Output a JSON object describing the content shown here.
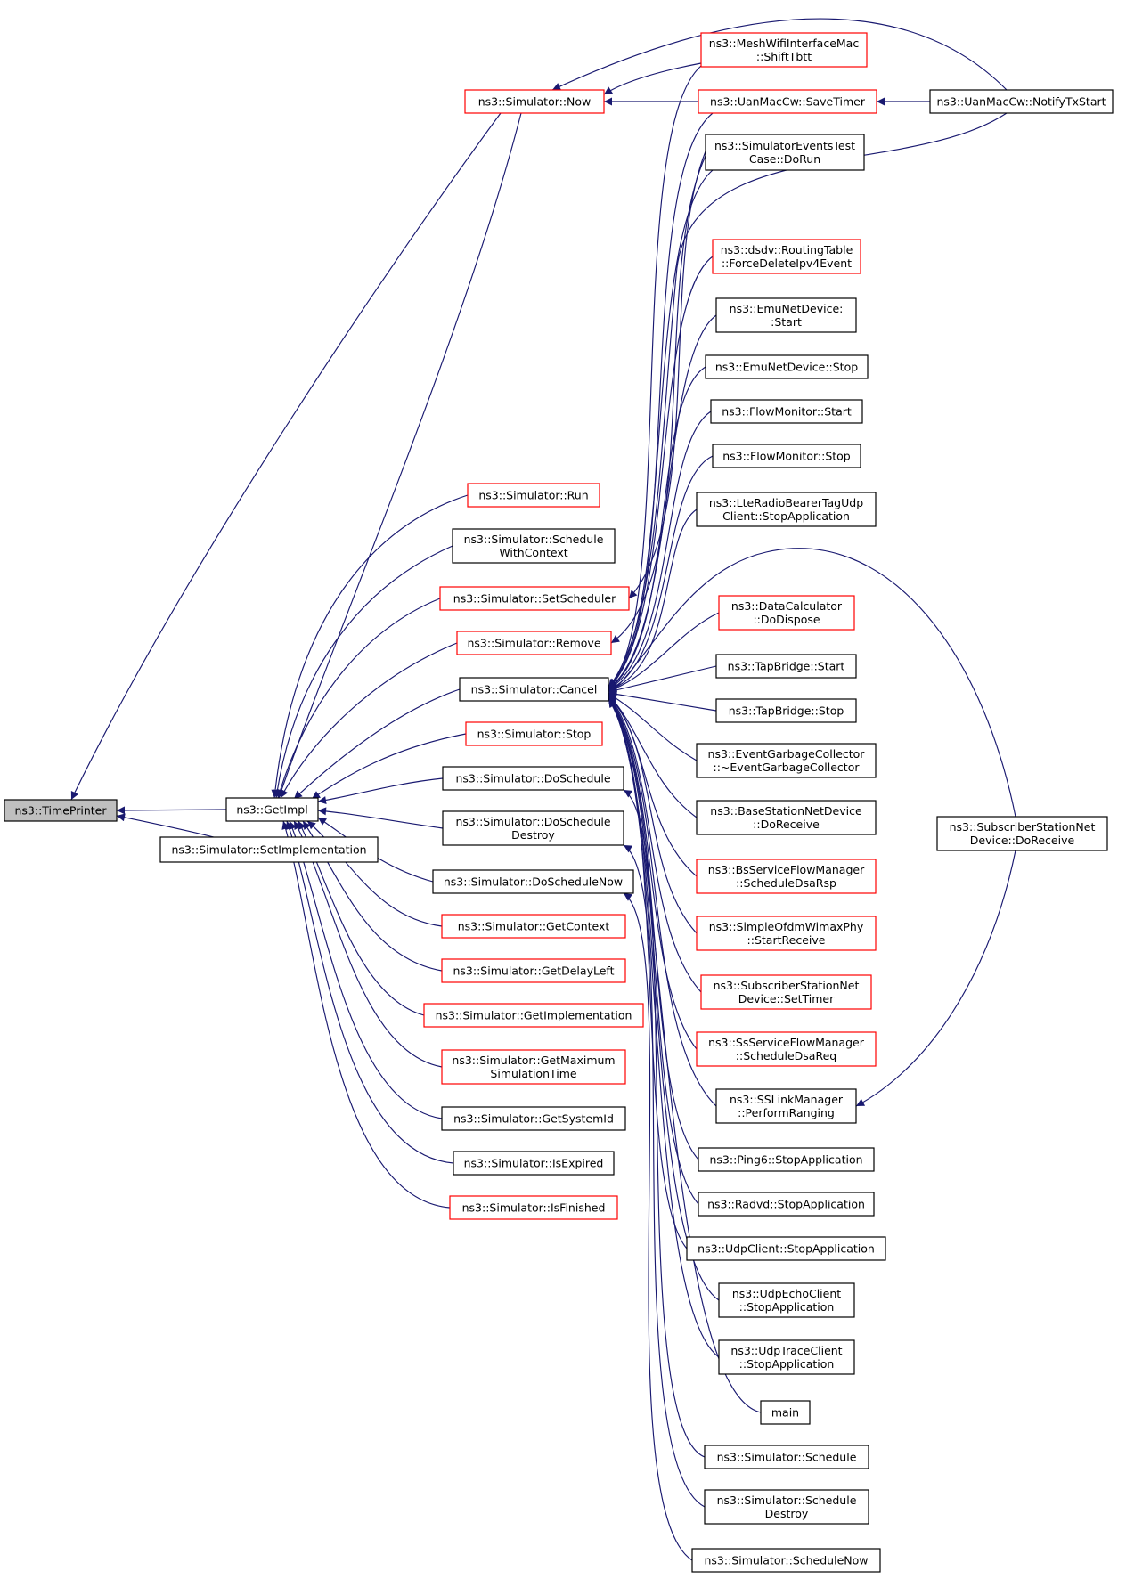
{
  "colors": {
    "edge": "#191970",
    "border_normal": "#000000",
    "border_truncated": "#ff0000",
    "root_fill": "#bfbfbf",
    "node_fill": "#ffffff"
  },
  "nodes": [
    {
      "id": "timeprinter",
      "lines": [
        "ns3::TimePrinter"
      ],
      "style": "root"
    },
    {
      "id": "getimpl",
      "lines": [
        "ns3::GetImpl"
      ],
      "style": "normal"
    },
    {
      "id": "setimpl",
      "lines": [
        "ns3::Simulator::SetImplementation"
      ],
      "style": "normal"
    },
    {
      "id": "now",
      "lines": [
        "ns3::Simulator::Now"
      ],
      "style": "truncated"
    },
    {
      "id": "run",
      "lines": [
        "ns3::Simulator::Run"
      ],
      "style": "truncated"
    },
    {
      "id": "schedwc",
      "lines": [
        "ns3::Simulator::Schedule",
        "WithContext"
      ],
      "style": "normal"
    },
    {
      "id": "setsched",
      "lines": [
        "ns3::Simulator::SetScheduler"
      ],
      "style": "truncated"
    },
    {
      "id": "remove",
      "lines": [
        "ns3::Simulator::Remove"
      ],
      "style": "truncated"
    },
    {
      "id": "cancel",
      "lines": [
        "ns3::Simulator::Cancel"
      ],
      "style": "normal"
    },
    {
      "id": "stop",
      "lines": [
        "ns3::Simulator::Stop"
      ],
      "style": "truncated"
    },
    {
      "id": "dosched",
      "lines": [
        "ns3::Simulator::DoSchedule"
      ],
      "style": "normal"
    },
    {
      "id": "doschedd",
      "lines": [
        "ns3::Simulator::DoSchedule",
        "Destroy"
      ],
      "style": "normal"
    },
    {
      "id": "doschednow",
      "lines": [
        "ns3::Simulator::DoScheduleNow"
      ],
      "style": "normal"
    },
    {
      "id": "getctx",
      "lines": [
        "ns3::Simulator::GetContext"
      ],
      "style": "truncated"
    },
    {
      "id": "getdelay",
      "lines": [
        "ns3::Simulator::GetDelayLeft"
      ],
      "style": "truncated"
    },
    {
      "id": "getimplementation",
      "lines": [
        "ns3::Simulator::GetImplementation"
      ],
      "style": "truncated"
    },
    {
      "id": "getmax",
      "lines": [
        "ns3::Simulator::GetMaximum",
        "SimulationTime"
      ],
      "style": "truncated"
    },
    {
      "id": "getsysid",
      "lines": [
        "ns3::Simulator::GetSystemId"
      ],
      "style": "normal"
    },
    {
      "id": "isexpired",
      "lines": [
        "ns3::Simulator::IsExpired"
      ],
      "style": "normal"
    },
    {
      "id": "isfinished",
      "lines": [
        "ns3::Simulator::IsFinished"
      ],
      "style": "truncated"
    },
    {
      "id": "meshshift",
      "lines": [
        "ns3::MeshWifiInterfaceMac",
        "::ShiftTbtt"
      ],
      "style": "truncated"
    },
    {
      "id": "uansave",
      "lines": [
        "ns3::UanMacCw::SaveTimer"
      ],
      "style": "truncated"
    },
    {
      "id": "uannotify",
      "lines": [
        "ns3::UanMacCw::NotifyTxStart"
      ],
      "style": "normal"
    },
    {
      "id": "simevtest",
      "lines": [
        "ns3::SimulatorEventsTest",
        "Case::DoRun"
      ],
      "style": "normal"
    },
    {
      "id": "dsdv",
      "lines": [
        "ns3::dsdv::RoutingTable",
        "::ForceDeleteIpv4Event"
      ],
      "style": "truncated"
    },
    {
      "id": "emustart",
      "lines": [
        "ns3::EmuNetDevice:",
        ":Start"
      ],
      "style": "normal"
    },
    {
      "id": "emustop",
      "lines": [
        "ns3::EmuNetDevice::Stop"
      ],
      "style": "normal"
    },
    {
      "id": "fmstart",
      "lines": [
        "ns3::FlowMonitor::Start"
      ],
      "style": "normal"
    },
    {
      "id": "fmstop",
      "lines": [
        "ns3::FlowMonitor::Stop"
      ],
      "style": "normal"
    },
    {
      "id": "lteradio",
      "lines": [
        "ns3::LteRadioBearerTagUdp",
        "Client::StopApplication"
      ],
      "style": "normal"
    },
    {
      "id": "datacalc",
      "lines": [
        "ns3::DataCalculator",
        "::DoDispose"
      ],
      "style": "truncated"
    },
    {
      "id": "tapstart",
      "lines": [
        "ns3::TapBridge::Start"
      ],
      "style": "normal"
    },
    {
      "id": "tapstop",
      "lines": [
        "ns3::TapBridge::Stop"
      ],
      "style": "normal"
    },
    {
      "id": "evgc",
      "lines": [
        "ns3::EventGarbageCollector",
        "::~EventGarbageCollector"
      ],
      "style": "normal"
    },
    {
      "id": "bsrecv",
      "lines": [
        "ns3::BaseStationNetDevice",
        "::DoReceive"
      ],
      "style": "normal"
    },
    {
      "id": "bsflow",
      "lines": [
        "ns3::BsServiceFlowManager",
        "::ScheduleDsaRsp"
      ],
      "style": "truncated"
    },
    {
      "id": "ofdm",
      "lines": [
        "ns3::SimpleOfdmWimaxPhy",
        "::StartReceive"
      ],
      "style": "truncated"
    },
    {
      "id": "sstimer",
      "lines": [
        "ns3::SubscriberStationNet",
        "Device::SetTimer"
      ],
      "style": "truncated"
    },
    {
      "id": "ssflow",
      "lines": [
        "ns3::SsServiceFlowManager",
        "::ScheduleDsaReq"
      ],
      "style": "truncated"
    },
    {
      "id": "sslink",
      "lines": [
        "ns3::SSLinkManager",
        "::PerformRanging"
      ],
      "style": "normal"
    },
    {
      "id": "ssrecv",
      "lines": [
        "ns3::SubscriberStationNet",
        "Device::DoReceive"
      ],
      "style": "normal"
    },
    {
      "id": "ping6",
      "lines": [
        "ns3::Ping6::StopApplication"
      ],
      "style": "normal"
    },
    {
      "id": "radvd",
      "lines": [
        "ns3::Radvd::StopApplication"
      ],
      "style": "normal"
    },
    {
      "id": "udpclient",
      "lines": [
        "ns3::UdpClient::StopApplication"
      ],
      "style": "normal"
    },
    {
      "id": "udpecho",
      "lines": [
        "ns3::UdpEchoClient",
        "::StopApplication"
      ],
      "style": "normal"
    },
    {
      "id": "udptrace",
      "lines": [
        "ns3::UdpTraceClient",
        "::StopApplication"
      ],
      "style": "normal"
    },
    {
      "id": "main",
      "lines": [
        "main"
      ],
      "style": "normal"
    },
    {
      "id": "schedule",
      "lines": [
        "ns3::Simulator::Schedule"
      ],
      "style": "normal"
    },
    {
      "id": "scheddestroy",
      "lines": [
        "ns3::Simulator::Schedule",
        "Destroy"
      ],
      "style": "normal"
    },
    {
      "id": "schednow",
      "lines": [
        "ns3::Simulator::ScheduleNow"
      ],
      "style": "normal"
    }
  ],
  "edges": [
    {
      "from": "getimpl",
      "to": "timeprinter"
    },
    {
      "from": "setimpl",
      "to": "timeprinter"
    },
    {
      "from": "now",
      "to": "timeprinter"
    },
    {
      "from": "now",
      "to": "getimpl"
    },
    {
      "from": "run",
      "to": "getimpl"
    },
    {
      "from": "schedwc",
      "to": "getimpl"
    },
    {
      "from": "setsched",
      "to": "getimpl"
    },
    {
      "from": "remove",
      "to": "getimpl"
    },
    {
      "from": "cancel",
      "to": "getimpl"
    },
    {
      "from": "stop",
      "to": "getimpl"
    },
    {
      "from": "dosched",
      "to": "getimpl"
    },
    {
      "from": "doschedd",
      "to": "getimpl"
    },
    {
      "from": "doschednow",
      "to": "getimpl"
    },
    {
      "from": "getctx",
      "to": "getimpl"
    },
    {
      "from": "getdelay",
      "to": "getimpl"
    },
    {
      "from": "getimplementation",
      "to": "getimpl"
    },
    {
      "from": "getmax",
      "to": "getimpl"
    },
    {
      "from": "getsysid",
      "to": "getimpl"
    },
    {
      "from": "isexpired",
      "to": "getimpl"
    },
    {
      "from": "isfinished",
      "to": "getimpl"
    },
    {
      "from": "meshshift",
      "to": "now"
    },
    {
      "from": "uansave",
      "to": "now"
    },
    {
      "from": "uannotify",
      "to": "now"
    },
    {
      "from": "uannotify",
      "to": "uansave"
    },
    {
      "from": "simevtest",
      "to": "setsched"
    },
    {
      "from": "simevtest",
      "to": "remove"
    },
    {
      "from": "meshshift",
      "to": "cancel"
    },
    {
      "from": "uansave",
      "to": "cancel"
    },
    {
      "from": "uannotify",
      "to": "cancel"
    },
    {
      "from": "simevtest",
      "to": "cancel"
    },
    {
      "from": "dsdv",
      "to": "cancel"
    },
    {
      "from": "emustart",
      "to": "cancel"
    },
    {
      "from": "emustop",
      "to": "cancel"
    },
    {
      "from": "fmstart",
      "to": "cancel"
    },
    {
      "from": "fmstop",
      "to": "cancel"
    },
    {
      "from": "lteradio",
      "to": "cancel"
    },
    {
      "from": "datacalc",
      "to": "cancel"
    },
    {
      "from": "tapstart",
      "to": "cancel"
    },
    {
      "from": "tapstop",
      "to": "cancel"
    },
    {
      "from": "evgc",
      "to": "cancel"
    },
    {
      "from": "bsrecv",
      "to": "cancel"
    },
    {
      "from": "bsflow",
      "to": "cancel"
    },
    {
      "from": "ofdm",
      "to": "cancel"
    },
    {
      "from": "sstimer",
      "to": "cancel"
    },
    {
      "from": "ssflow",
      "to": "cancel"
    },
    {
      "from": "sslink",
      "to": "cancel"
    },
    {
      "from": "ssrecv",
      "to": "cancel"
    },
    {
      "from": "ping6",
      "to": "cancel"
    },
    {
      "from": "radvd",
      "to": "cancel"
    },
    {
      "from": "udpclient",
      "to": "cancel"
    },
    {
      "from": "udpecho",
      "to": "cancel"
    },
    {
      "from": "udptrace",
      "to": "cancel"
    },
    {
      "from": "main",
      "to": "cancel"
    },
    {
      "from": "ssrecv",
      "to": "sslink"
    },
    {
      "from": "schedule",
      "to": "dosched"
    },
    {
      "from": "scheddestroy",
      "to": "doschedd"
    },
    {
      "from": "schednow",
      "to": "doschednow"
    }
  ]
}
